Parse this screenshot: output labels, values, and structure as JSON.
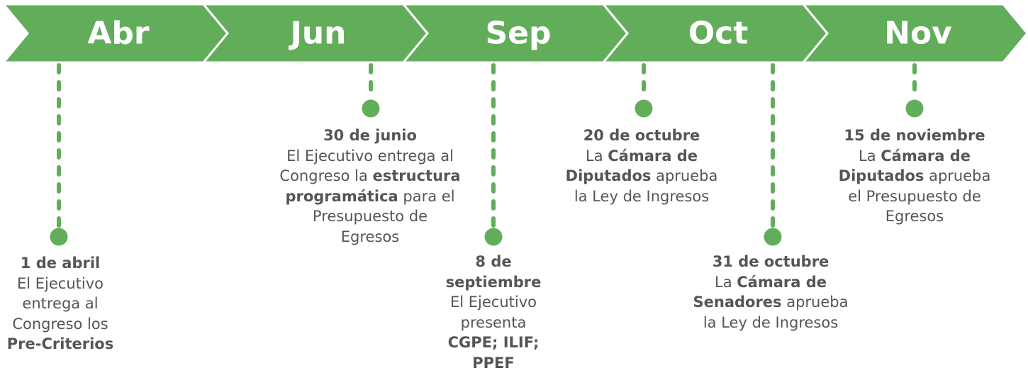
{
  "colors": {
    "green": "#62AD5A",
    "text": "#555555",
    "label": "#ffffff"
  },
  "months": [
    "Abr",
    "Jun",
    "Sep",
    "Oct",
    "Nov"
  ],
  "events": [
    {
      "id": "abril",
      "date": "1 de abril",
      "lines": [
        [
          {
            "t": "El Ejecutivo"
          }
        ],
        [
          {
            "t": "entrega al"
          }
        ],
        [
          {
            "t": "Congreso los"
          }
        ],
        [
          {
            "t": "Pre-Criterios",
            "b": true
          }
        ]
      ]
    },
    {
      "id": "junio",
      "date": "30 de junio",
      "lines": [
        [
          {
            "t": "El Ejecutivo entrega al"
          }
        ],
        [
          {
            "t": "Congreso la "
          },
          {
            "t": "estructura",
            "b": true
          }
        ],
        [
          {
            "t": "programática",
            "b": true
          },
          {
            "t": " para el"
          }
        ],
        [
          {
            "t": "Presupuesto de"
          }
        ],
        [
          {
            "t": "Egresos"
          }
        ]
      ]
    },
    {
      "id": "septiembre",
      "date": "8 de\nseptiembre",
      "lines": [
        [
          {
            "t": "El Ejecutivo"
          }
        ],
        [
          {
            "t": "presenta"
          }
        ],
        [
          {
            "t": "CGPE; ILIF;",
            "b": true
          }
        ],
        [
          {
            "t": "PPEF",
            "b": true
          }
        ]
      ]
    },
    {
      "id": "octubre-20",
      "date": "20 de octubre",
      "lines": [
        [
          {
            "t": "La "
          },
          {
            "t": "Cámara de",
            "b": true
          }
        ],
        [
          {
            "t": "Diputados",
            "b": true
          },
          {
            "t": " aprueba"
          }
        ],
        [
          {
            "t": "la Ley de Ingresos"
          }
        ]
      ]
    },
    {
      "id": "octubre-31",
      "date": "31 de octubre",
      "lines": [
        [
          {
            "t": "La "
          },
          {
            "t": "Cámara de",
            "b": true
          }
        ],
        [
          {
            "t": "Senadores",
            "b": true
          },
          {
            "t": " aprueba"
          }
        ],
        [
          {
            "t": "la Ley de Ingresos"
          }
        ]
      ]
    },
    {
      "id": "noviembre",
      "date": "15 de noviembre",
      "lines": [
        [
          {
            "t": "La "
          },
          {
            "t": "Cámara de",
            "b": true
          }
        ],
        [
          {
            "t": "Diputados",
            "b": true
          },
          {
            "t": " aprueba"
          }
        ],
        [
          {
            "t": "el Presupuesto de"
          }
        ],
        [
          {
            "t": "Egresos"
          }
        ]
      ]
    }
  ]
}
